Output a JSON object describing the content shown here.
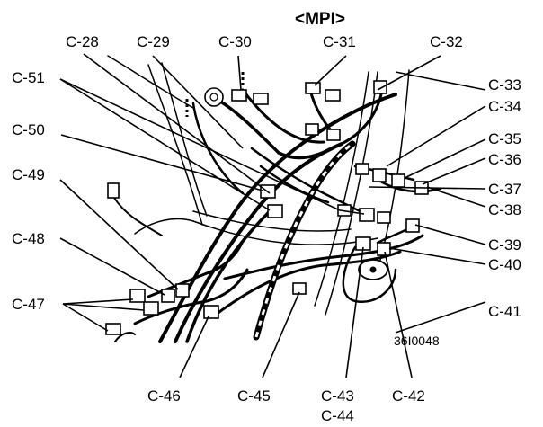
{
  "diagram": {
    "title": "<MPI>",
    "figure_code": "36I0048",
    "connectors": [
      {
        "id": "c28",
        "label": "C-28"
      },
      {
        "id": "c29",
        "label": "C-29"
      },
      {
        "id": "c30",
        "label": "C-30"
      },
      {
        "id": "c31",
        "label": "C-31"
      },
      {
        "id": "c32",
        "label": "C-32"
      },
      {
        "id": "c33",
        "label": "C-33"
      },
      {
        "id": "c34",
        "label": "C-34"
      },
      {
        "id": "c35",
        "label": "C-35"
      },
      {
        "id": "c36",
        "label": "C-36"
      },
      {
        "id": "c37",
        "label": "C-37"
      },
      {
        "id": "c38",
        "label": "C-38"
      },
      {
        "id": "c39",
        "label": "C-39"
      },
      {
        "id": "c40",
        "label": "C-40"
      },
      {
        "id": "c41",
        "label": "C-41"
      },
      {
        "id": "c42",
        "label": "C-42"
      },
      {
        "id": "c43",
        "label": "C-43"
      },
      {
        "id": "c44",
        "label": "C-44"
      },
      {
        "id": "c45",
        "label": "C-45"
      },
      {
        "id": "c46",
        "label": "C-46"
      },
      {
        "id": "c47",
        "label": "C-47"
      },
      {
        "id": "c48",
        "label": "C-48"
      },
      {
        "id": "c49",
        "label": "C-49"
      },
      {
        "id": "c50",
        "label": "C-50"
      },
      {
        "id": "c51",
        "label": "C-51"
      }
    ]
  }
}
